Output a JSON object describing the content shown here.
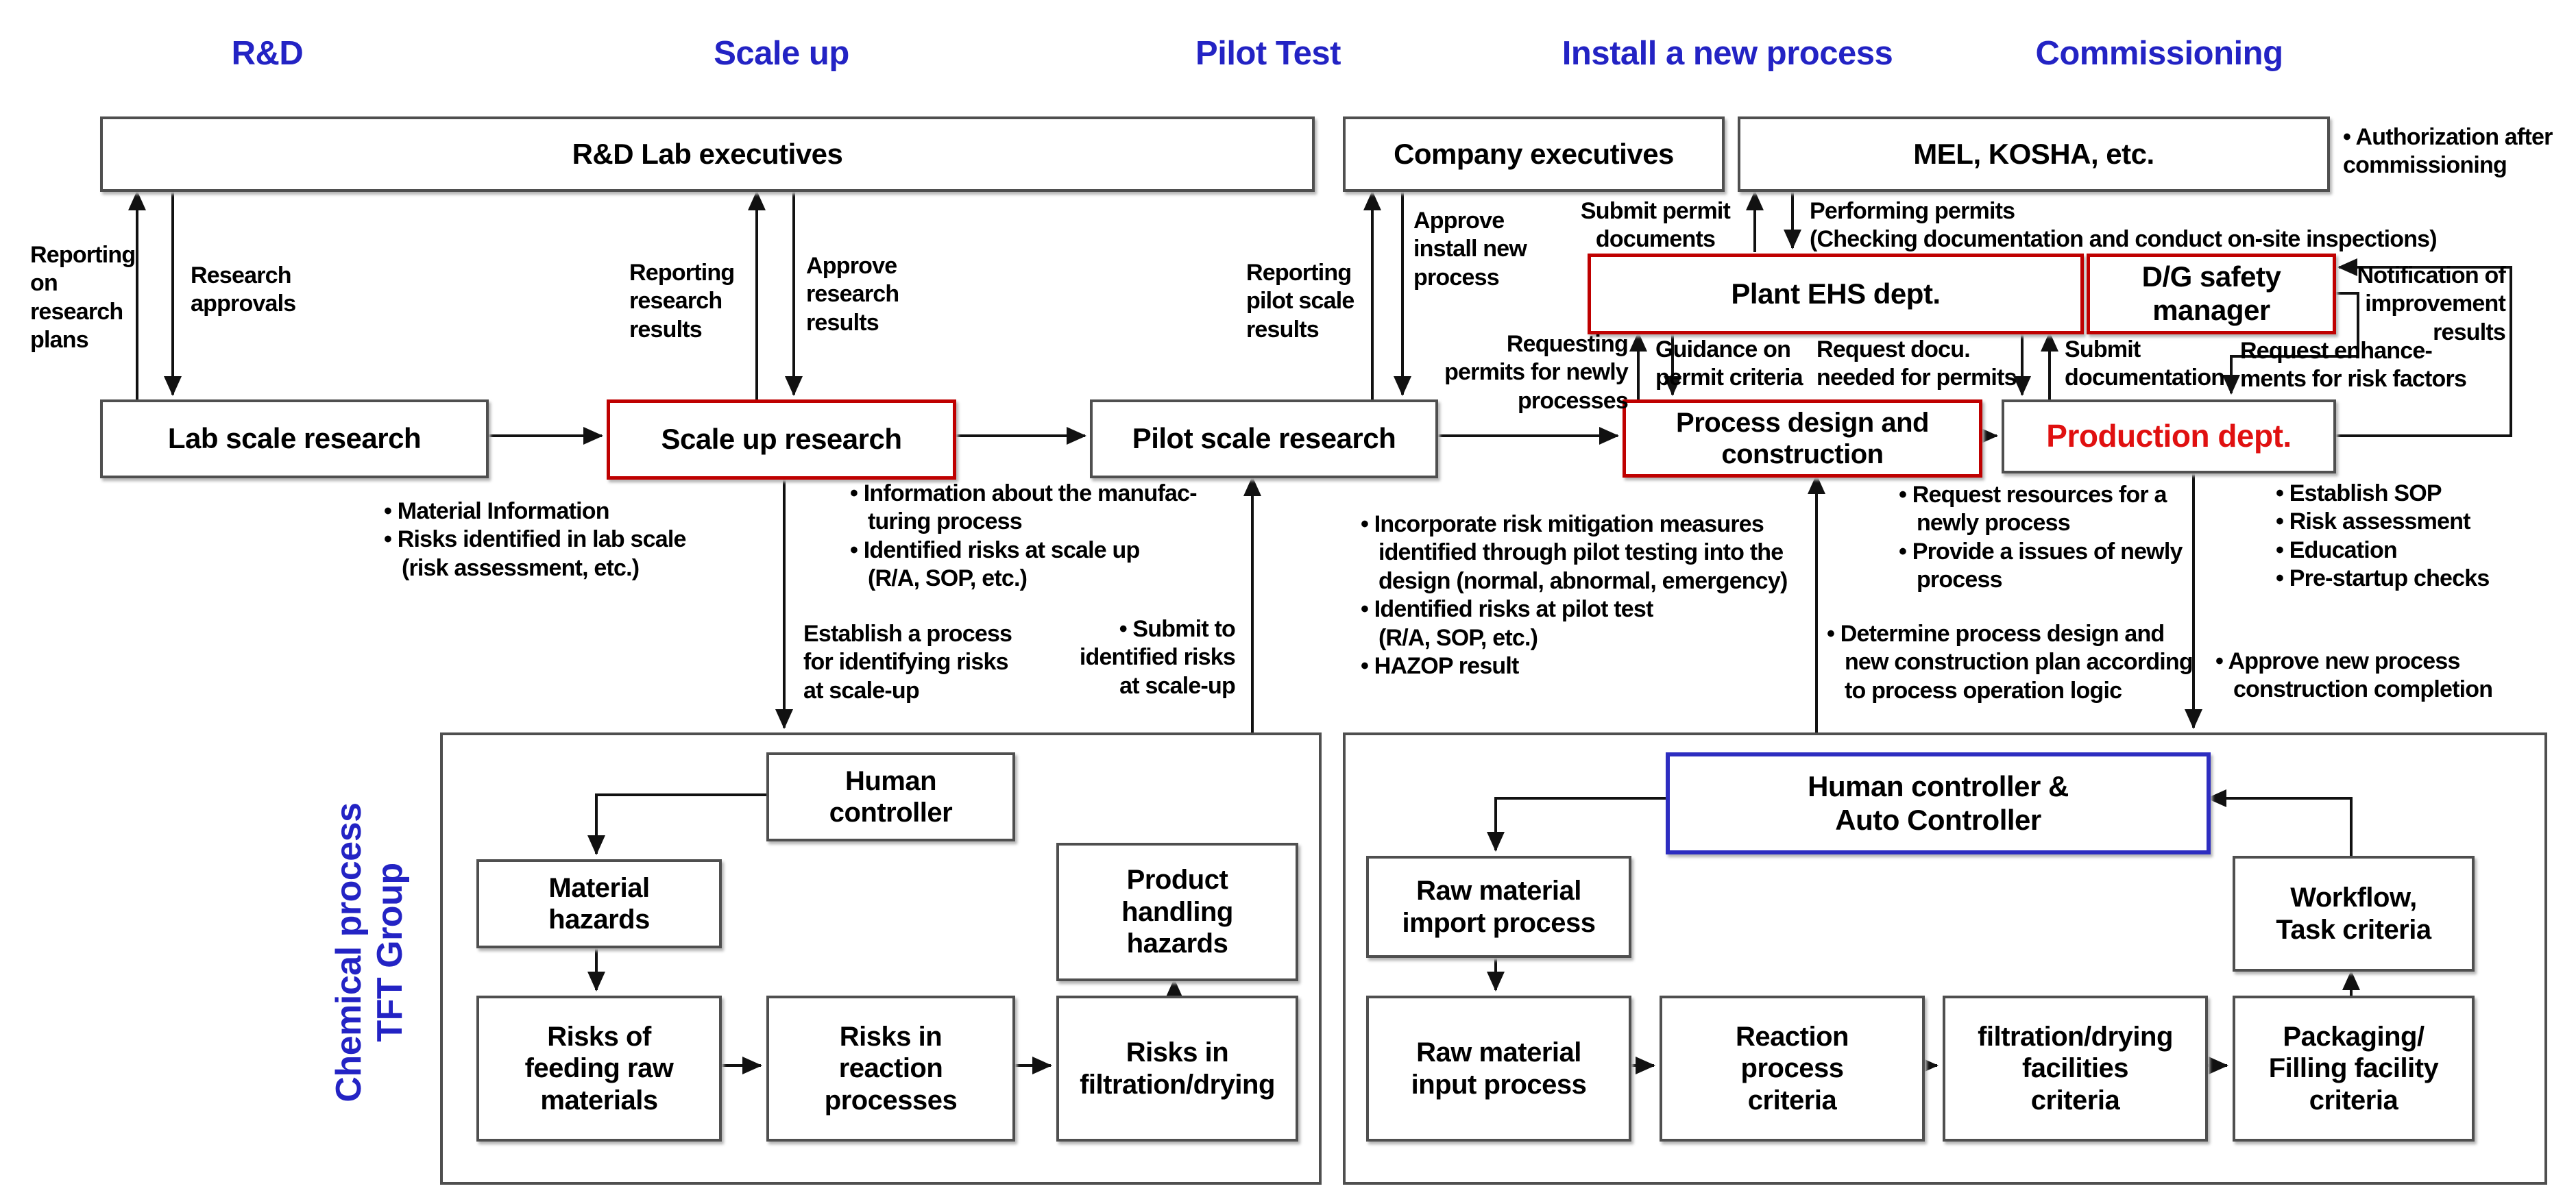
{
  "phases": [
    {
      "label": "R&D"
    },
    {
      "label": "Scale up"
    },
    {
      "label": "Pilot Test"
    },
    {
      "label": "Install a new process"
    },
    {
      "label": "Commissioning"
    }
  ],
  "top_boxes": {
    "rd_lab_executives": "R&D Lab executives",
    "company_executives": "Company executives",
    "mel_kosha": "MEL, KOSHA, etc."
  },
  "dept_boxes": {
    "plant_ehs": "Plant EHS dept.",
    "dg_safety": "D/G safety\nmanager"
  },
  "process_boxes": {
    "lab_scale": "Lab scale research",
    "scale_up": "Scale up research",
    "pilot_scale": "Pilot scale research",
    "process_design": "Process design and\nconstruction",
    "production": "Production dept."
  },
  "arrow_labels": {
    "reporting_on_research_plans": "Reporting\non\nresearch\nplans",
    "research_approvals": "Research\napprovals",
    "reporting_research_results": "Reporting\nresearch\nresults",
    "approve_research_results": "Approve\nresearch\nresults",
    "reporting_pilot_scale_results": "Reporting\npilot scale\nresults",
    "approve_install_new_process": "Approve\ninstall new\nprocess",
    "submit_permit_documents": "Submit permit\ndocuments",
    "performing_permits": "Performing permits\n(Checking documentation and conduct on-site inspections)",
    "requesting_permits": "Requesting\npermits for newly\nprocesses",
    "guidance_on_permit_criteria": "Guidance on\npermit criteria",
    "request_docu_needed": "Request docu.\nneeded for permits",
    "submit_documentation": "Submit\ndocumentation",
    "request_enhancements": "Request enhance-\nments for risk factors",
    "notification_improvement": "Notification of\nimprovement\nresults",
    "authorization_after_commissioning": "• Authorization after\ncommissioning"
  },
  "notes": {
    "material_information": "• Material Information\n• Risks identified in lab scale\n   (risk assessment, etc.)",
    "information_manufacturing": "• Information about the manufac-\n   turing process\n• Identified risks at scale up\n   (R/A, SOP, etc.)",
    "establish_process": "Establish a process\nfor identifying risks\nat scale-up",
    "submit_to_identified": "• Submit to\nidentified risks\nat scale-up",
    "incorporate_risk": "• Incorporate risk mitigation measures\n   identified through pilot testing into the\n   design (normal, abnormal, emergency)\n• Identified risks at pilot test\n   (R/A, SOP, etc.)\n• HAZOP result",
    "request_resources": "• Request resources for a\n   newly process\n• Provide a issues of newly\n   process",
    "determine_process": "• Determine process design and\n   new construction plan according\n   to process operation logic",
    "establish_sop": "• Establish SOP\n• Risk assessment\n• Education\n• Pre-startup checks",
    "approve_new_process": "• Approve new process\n   construction completion"
  },
  "group_label": "Chemical process\nTFT Group",
  "left_group": {
    "human_controller": "Human\ncontroller",
    "material_hazards": "Material\nhazards",
    "product_handling_hazards": "Product\nhandling\nhazards",
    "risks_feeding": "Risks of\nfeeding raw\nmaterials",
    "risks_reaction": "Risks in\nreaction\nprocesses",
    "risks_filtration": "Risks in\nfiltration/drying"
  },
  "right_group": {
    "human_auto_controller": "Human controller &\nAuto Controller",
    "raw_material_import": "Raw material\nimport process",
    "workflow_task": "Workflow,\nTask criteria",
    "raw_material_input": "Raw material\ninput process",
    "reaction_criteria": "Reaction\nprocess\ncriteria",
    "filtration_criteria": "filtration/drying\nfacilities\ncriteria",
    "packaging_criteria": "Packaging/\nFilling facility\ncriteria"
  },
  "colors": {
    "phase_blue": "#2323c4",
    "red_border": "#bf0000",
    "blue_border": "#2d2dc0",
    "production_red": "#e01010",
    "box_border": "#4f4f4f",
    "arrow_black": "#111111"
  }
}
